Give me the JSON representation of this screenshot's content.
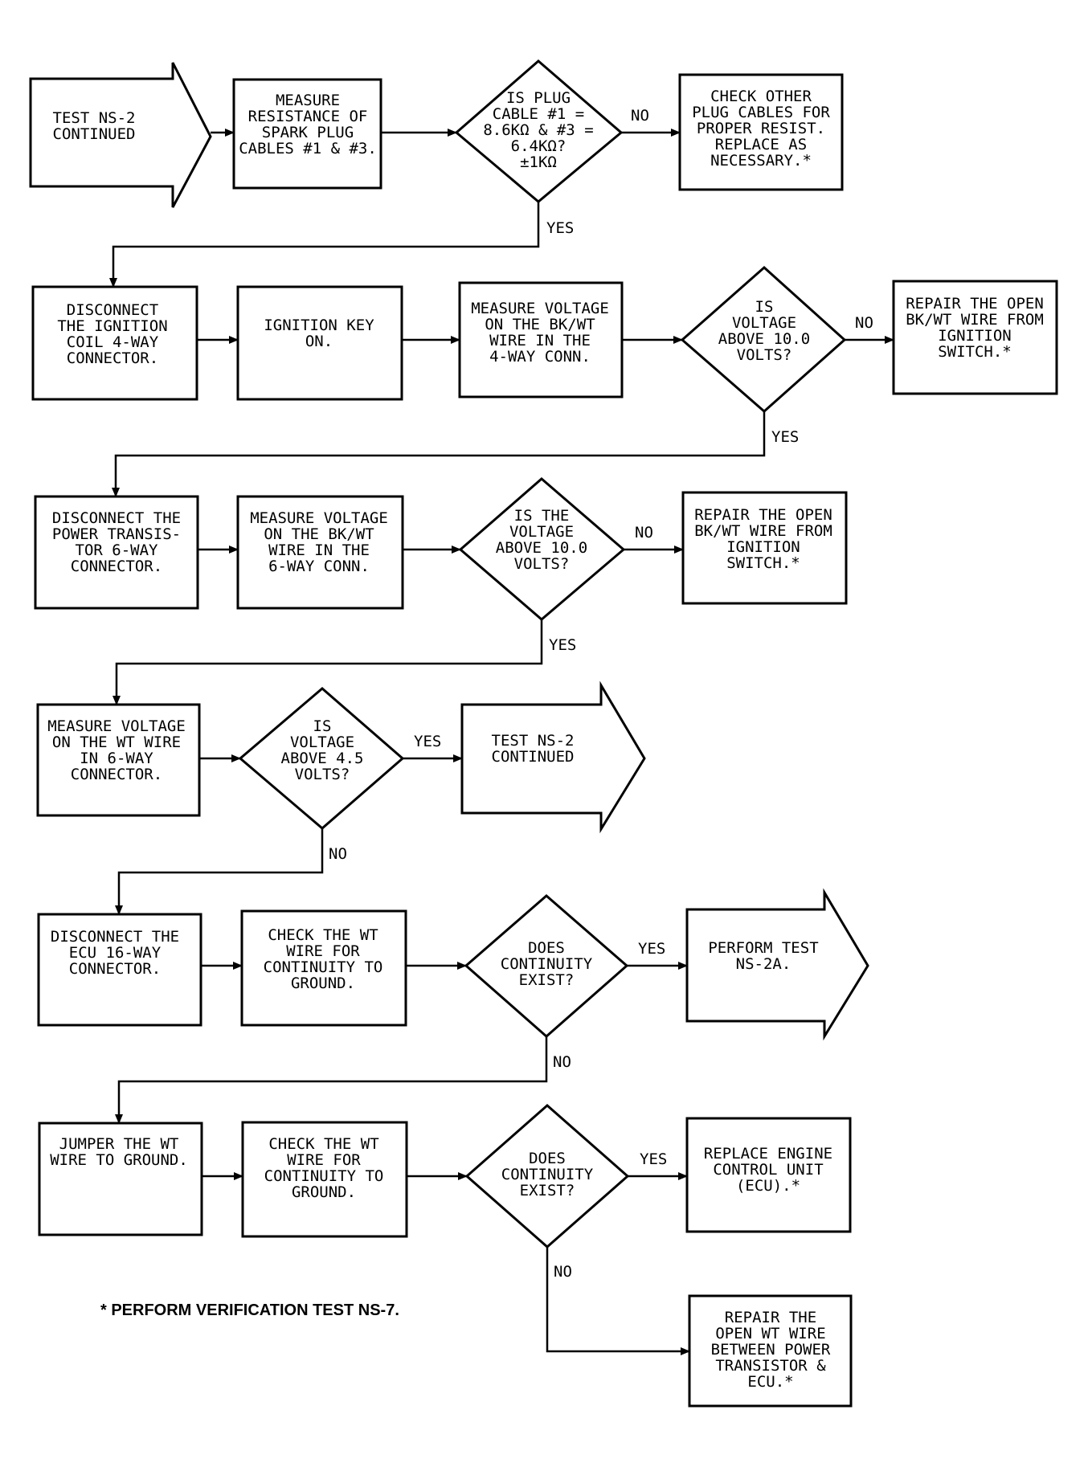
{
  "nodes": {
    "start": [
      "TEST NS-2",
      "CONTINUED"
    ],
    "measure_resistance": [
      "MEASURE",
      "RESISTANCE OF",
      "SPARK PLUG",
      "CABLES #1 & #3."
    ],
    "plug_cable_decision": [
      "IS PLUG",
      "CABLE #1 =",
      "8.6KΩ & #3 =",
      "6.4KΩ?",
      "±1KΩ"
    ],
    "check_other_cables": [
      "CHECK OTHER",
      "PLUG CABLES FOR",
      "PROPER RESIST.",
      "REPLACE AS",
      "NECESSARY.*"
    ],
    "disconnect_coil": [
      "DISCONNECT",
      "THE IGNITION",
      "COIL 4-WAY",
      "CONNECTOR."
    ],
    "ignition_key_on": [
      "IGNITION KEY",
      "ON."
    ],
    "measure_voltage_4way": [
      "MEASURE VOLTAGE",
      "ON THE BK/WT",
      "WIRE IN THE",
      "4-WAY CONN."
    ],
    "voltage_above_10_a": [
      "IS",
      "VOLTAGE",
      "ABOVE 10.0",
      "VOLTS?"
    ],
    "repair_open_bkwt_a": [
      "REPAIR THE OPEN",
      "BK/WT WIRE FROM",
      "IGNITION",
      "SWITCH.*"
    ],
    "disconnect_power_transistor": [
      "DISCONNECT THE",
      "POWER TRANSIS-",
      "TOR 6-WAY",
      "CONNECTOR."
    ],
    "measure_voltage_6way": [
      "MEASURE VOLTAGE",
      "ON THE BK/WT",
      "WIRE IN THE",
      "6-WAY CONN."
    ],
    "voltage_above_10_b": [
      "IS THE",
      "VOLTAGE",
      "ABOVE 10.0",
      "VOLTS?"
    ],
    "repair_open_bkwt_b": [
      "REPAIR THE OPEN",
      "BK/WT WIRE FROM",
      "IGNITION",
      "SWITCH.*"
    ],
    "measure_wt_voltage": [
      "MEASURE VOLTAGE",
      "ON THE WT WIRE",
      "IN 6-WAY",
      "CONNECTOR."
    ],
    "voltage_above_4_5": [
      "IS",
      "VOLTAGE",
      "ABOVE 4.5",
      "VOLTS?"
    ],
    "test_continued": [
      "TEST NS-2",
      "CONTINUED"
    ],
    "disconnect_ecu": [
      "DISCONNECT THE",
      "ECU 16-WAY",
      "CONNECTOR."
    ],
    "check_wt_continuity_a": [
      "CHECK THE WT",
      "WIRE FOR",
      "CONTINUITY TO",
      "GROUND."
    ],
    "continuity_exist_a": [
      "DOES",
      "CONTINUITY",
      "EXIST?"
    ],
    "perform_test_ns2a": [
      "PERFORM TEST",
      "NS-2A."
    ],
    "jumper_wt_ground": [
      "JUMPER THE WT",
      "WIRE TO GROUND."
    ],
    "check_wt_continuity_b": [
      "CHECK THE WT",
      "WIRE FOR",
      "CONTINUITY TO",
      "GROUND."
    ],
    "continuity_exist_b": [
      "DOES",
      "CONTINUITY",
      "EXIST?"
    ],
    "replace_ecu": [
      "REPLACE ENGINE",
      "CONTROL UNIT",
      "(ECU).*"
    ],
    "repair_open_wt": [
      "REPAIR THE",
      "OPEN WT WIRE",
      "BETWEEN POWER",
      "TRANSISTOR &",
      "ECU.*"
    ]
  },
  "edge_labels": {
    "plug_no": "NO",
    "plug_yes": "YES",
    "volt10a_no": "NO",
    "volt10a_yes": "YES",
    "volt10b_no": "NO",
    "volt10b_yes": "YES",
    "volt45_yes": "YES",
    "volt45_no": "NO",
    "cont_a_yes": "YES",
    "cont_a_no": "NO",
    "cont_b_yes": "YES",
    "cont_b_no": "NO"
  },
  "footnote": "* PERFORM VERIFICATION TEST NS-7."
}
